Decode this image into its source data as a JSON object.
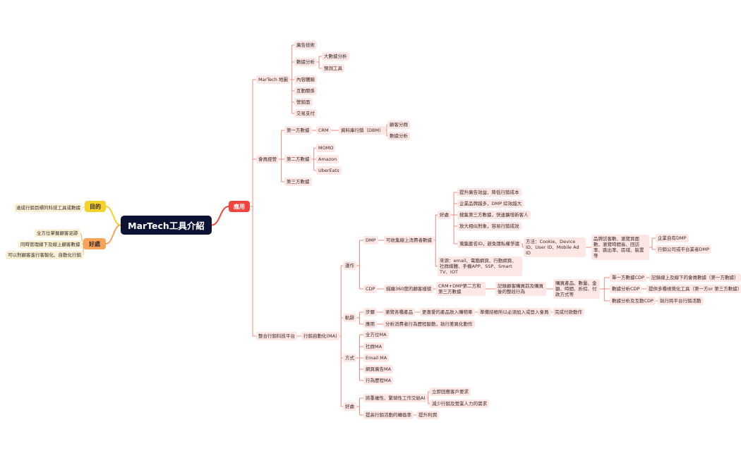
{
  "root": "MarTech工具介紹",
  "hubs": {
    "purpose": "目的",
    "apply": "應用",
    "benefit": "好處"
  },
  "purpose_items": [
    "達成行銷目標的科技工具或數據"
  ],
  "benefit_items": [
    "全方位掌握顧客足跡",
    "同時管理線下及線上顧客數據",
    "可以對顧客進行客製化、自動化行銷"
  ],
  "map": {
    "martech_map": "MarTech 地圖",
    "ad_tech": "廣告技術",
    "data_analysis": "數據分析",
    "big_data": "大數據分析",
    "predictive": "預測工具",
    "content": "內容體驗",
    "interaction": "互動關係",
    "marketing": "營銷面",
    "payment": "交易支付",
    "member_mgmt": "會員經營",
    "first_party": "第一方數據",
    "crm": "CRM",
    "dbm": "資料庫行銷（DBM）",
    "segment": "顧客分群",
    "crm_analysis": "數據分析",
    "second_party": "第二方數據",
    "momo": "MOMO",
    "amazon": "Amazon",
    "ubereats": "UberEats",
    "third_party": "第三方數據",
    "integrated": "整合行銷科技平台",
    "ma": "行銷自動化(MA)",
    "operation": "運作",
    "dmp": "DMP",
    "dmp_desc": "可收集線上消費者數據",
    "dmp_benefit": "好處",
    "db1": "提升廣告效益、降低行銷成本",
    "db2": "企業品牌越多，DMP 綜效越大",
    "db3": "搜集第三方數據，快速擴增新客人",
    "db4": "放大相似對象，容易行銷成效",
    "db5": "蒐集匿名ID，避免隱私權爭議",
    "method": "方法：Cookie、Device ID、User ID、Mobile Ad ID",
    "method_detail": "品牌訪客數、瀏覽頁面數、瀏覽時間長、回訪率、跳出率、區域、裝置等",
    "own_dmp": "企業自有DMP",
    "third_dmp": "行銷公司或平台業者DMP",
    "source": "來源：email、電腦網頁、行動網頁、社群媒體、手機APP、SSP、Smart TV、IOT",
    "cdp": "CDP",
    "cdp_desc": "描繪360度的顧客樣貌",
    "cdp_combo": "CRM+DMP第二方和第三方數據",
    "cdp_record": "記錄顧客購買前及購買後的整段行為",
    "cdp_detail": "購買產品、數量、金額、時間、折扣、付款方式等",
    "cdp1": "單一方數據CDP",
    "cdp1_desc": "記錄線上及線下的會員數據（第一方數據）",
    "cdp2": "數據分析CDP",
    "cdp2_desc": "提供多種視覺化工具（第一方or 第三方數據）",
    "cdp3": "數據分析及互動CDP",
    "cdp3_desc": "執行跨平台行銷活動",
    "trace": "軌跡",
    "steps": "步驟",
    "s1": "瀏覽各種產品",
    "s2": "更喜愛的產品放入購物車",
    "s3": "準備結帳所以必須加入或登入會員",
    "s4": "完成付款動作",
    "application": "應用",
    "apply_desc": "分析消費者行為歷程脈動，執行差異化動作",
    "ways": "方式",
    "w1": "全方位MA",
    "w2": "社群MA",
    "w3": "Email MA",
    "w4": "網頁廣告MA",
    "w5": "行為歷程MA",
    "ma_benefit": "好處",
    "mb1": "將重複性、繁瑣性工作交給AI",
    "mb1a": "立即回應客戶要求",
    "mb1b": "減少行銷及營業人力的需求",
    "mb2": "提高行銷活動的轉換率",
    "mb2a": "提升利潤"
  },
  "colors": {
    "root": "#0c1233",
    "apply": "#f0443c",
    "purpose": "#f2d22c",
    "benefit": "#f5a45a",
    "node": "#fde7e4",
    "line": "#f08a7c"
  }
}
